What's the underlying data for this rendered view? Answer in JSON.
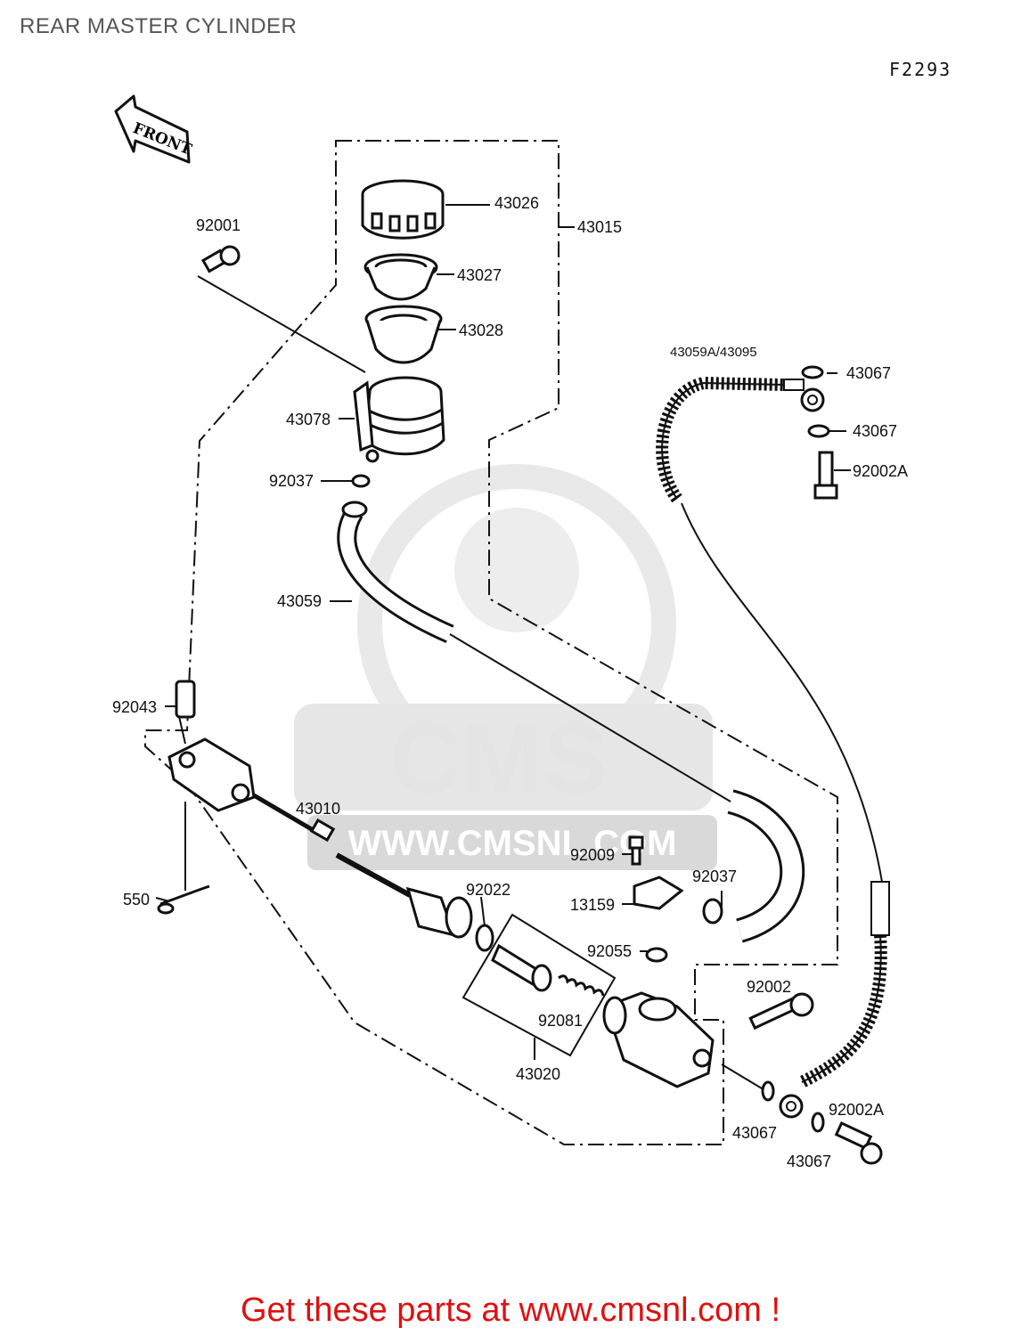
{
  "page": {
    "title": "REAR MASTER CYLINDER",
    "figure_code": "F2293",
    "footer": "Get these parts at www.cmsnl.com !"
  },
  "watermark": {
    "brand": "CMS",
    "url": "WWW.CMSNL.COM"
  },
  "direction_arrow": {
    "label": "FRONT"
  },
  "parts": {
    "p43026": "43026",
    "p43015": "43015",
    "p92001": "92001",
    "p43027": "43027",
    "p43028": "43028",
    "p43059a_43095": "43059A/43095",
    "p43067_top1": "43067",
    "p43078": "43078",
    "p43067_top2": "43067",
    "p92002a_top": "92002A",
    "p92037_upper": "92037",
    "p43059": "43059",
    "p92043": "92043",
    "p43010": "43010",
    "p92009": "92009",
    "p92037_lower": "92037",
    "p550": "550",
    "p92022": "92022",
    "p13159": "13159",
    "p92055": "92055",
    "p92002": "92002",
    "p92081": "92081",
    "p43020": "43020",
    "p92002a_bottom": "92002A",
    "p43067_bottom1": "43067",
    "p43067_bottom2": "43067"
  }
}
